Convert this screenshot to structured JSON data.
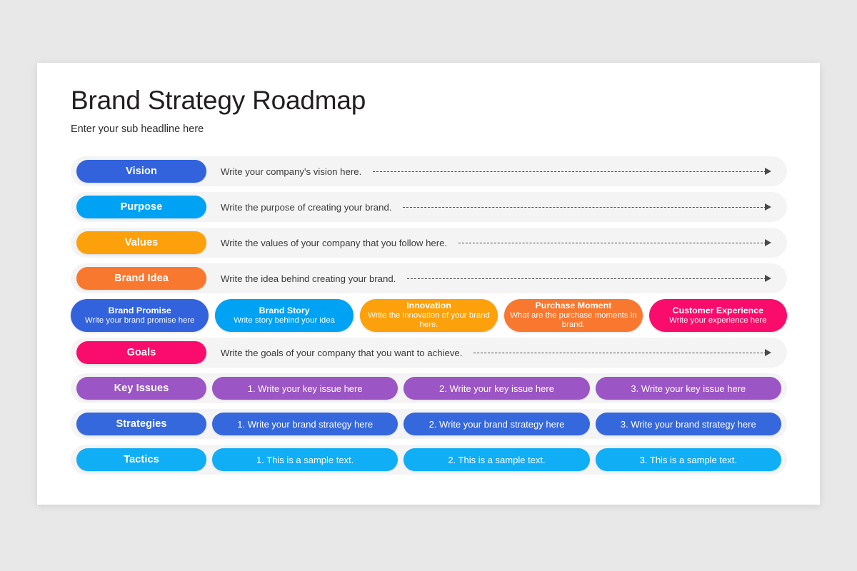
{
  "slide": {
    "title": "Brand Strategy Roadmap",
    "subtitle": "Enter your sub headline here"
  },
  "colors": {
    "vision": "#3263DD",
    "purpose": "#00A2F3",
    "values": "#FCA10B",
    "brand_idea": "#F97830",
    "goals": "#F90C6B",
    "key_issues": "#9B55C4",
    "strategies": "#3568DC",
    "tactics": "#10AEF5",
    "track": "#F4F4F4",
    "slide_bg": "#FFFFFF",
    "page_bg": "#E8E8E8",
    "connector": "#4A4A4A"
  },
  "rows": {
    "vision": {
      "label": "Vision",
      "description": "Write your company's vision here.",
      "connector_icon": "dashed-arrow-right-icon"
    },
    "purpose": {
      "label": "Purpose",
      "description": "Write the purpose of creating your brand.",
      "connector_icon": "dashed-arrow-right-icon"
    },
    "values": {
      "label": "Values",
      "description": "Write the values of your company that you follow here.",
      "connector_icon": "dashed-arrow-right-icon"
    },
    "brand_idea": {
      "label": "Brand Idea",
      "description": "Write the idea behind creating your brand.",
      "connector_icon": "dashed-arrow-right-icon"
    },
    "goals": {
      "label": "Goals",
      "description": "Write the goals of your company that you want to achieve.",
      "connector_icon": "dashed-arrow-right-icon"
    },
    "key_issues": {
      "label": "Key Issues",
      "items": [
        "1. Write your key issue here",
        "2. Write your key issue here",
        "3. Write your key issue here"
      ]
    },
    "strategies": {
      "label": "Strategies",
      "items": [
        "1. Write your brand strategy here",
        "2. Write your brand strategy here",
        "3. Write your brand strategy here"
      ]
    },
    "tactics": {
      "label": "Tactics",
      "items": [
        "1. This is a sample text.",
        "2. This is a sample text.",
        "3. This is a sample text."
      ]
    }
  },
  "stage_row": {
    "cards": [
      {
        "title": "Brand Promise",
        "subtitle": "Write your brand promise here",
        "color": "#3263DD"
      },
      {
        "title": "Brand Story",
        "subtitle": "Write story behind your idea",
        "color": "#00A2F3"
      },
      {
        "title": "Innovation",
        "subtitle": "Write the innovation of your brand here.",
        "color": "#FCA10B"
      },
      {
        "title": "Purchase Moment",
        "subtitle": "What are the purchase moments in brand.",
        "color": "#F97830"
      },
      {
        "title": "Customer Experience",
        "subtitle": "Write your experience here",
        "color": "#F90C6B"
      }
    ]
  }
}
